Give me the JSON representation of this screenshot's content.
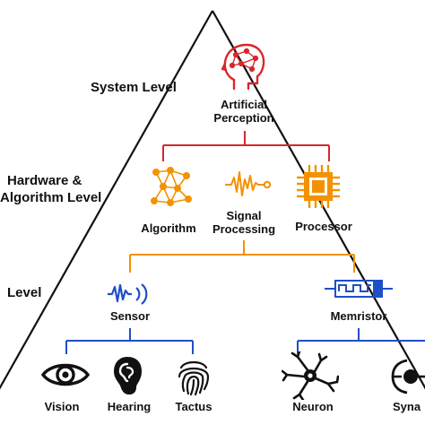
{
  "levels": {
    "system": "System Level",
    "hardware_line1": "Hardware &",
    "hardware_line2": "Algorithm Level",
    "device": "Level"
  },
  "top": {
    "label_line1": "Artificial",
    "label_line2": "Perception",
    "icon": "brain-head-icon"
  },
  "middle": [
    {
      "label_line1": "Algorithm",
      "label_line2": "",
      "icon": "network-graph-icon"
    },
    {
      "label_line1": "Signal",
      "label_line2": "Processing",
      "icon": "waveform-icon"
    },
    {
      "label_line1": "Processor",
      "label_line2": "",
      "icon": "chip-icon"
    }
  ],
  "devices": [
    {
      "label": "Sensor",
      "icon": "sensor-wave-icon"
    },
    {
      "label": "Memristor",
      "icon": "memristor-icon"
    }
  ],
  "bottom": [
    {
      "label": "Vision",
      "icon": "eye-icon"
    },
    {
      "label": "Hearing",
      "icon": "ear-icon"
    },
    {
      "label": "Tactus",
      "icon": "fingerprint-icon"
    },
    {
      "label": "Neuron",
      "icon": "neuron-icon"
    },
    {
      "label": "Syna",
      "icon": "synapse-icon"
    }
  ],
  "colors": {
    "red": "#d9262b",
    "orange": "#f39200",
    "blue": "#1f4fc7",
    "outline": "#111111"
  }
}
